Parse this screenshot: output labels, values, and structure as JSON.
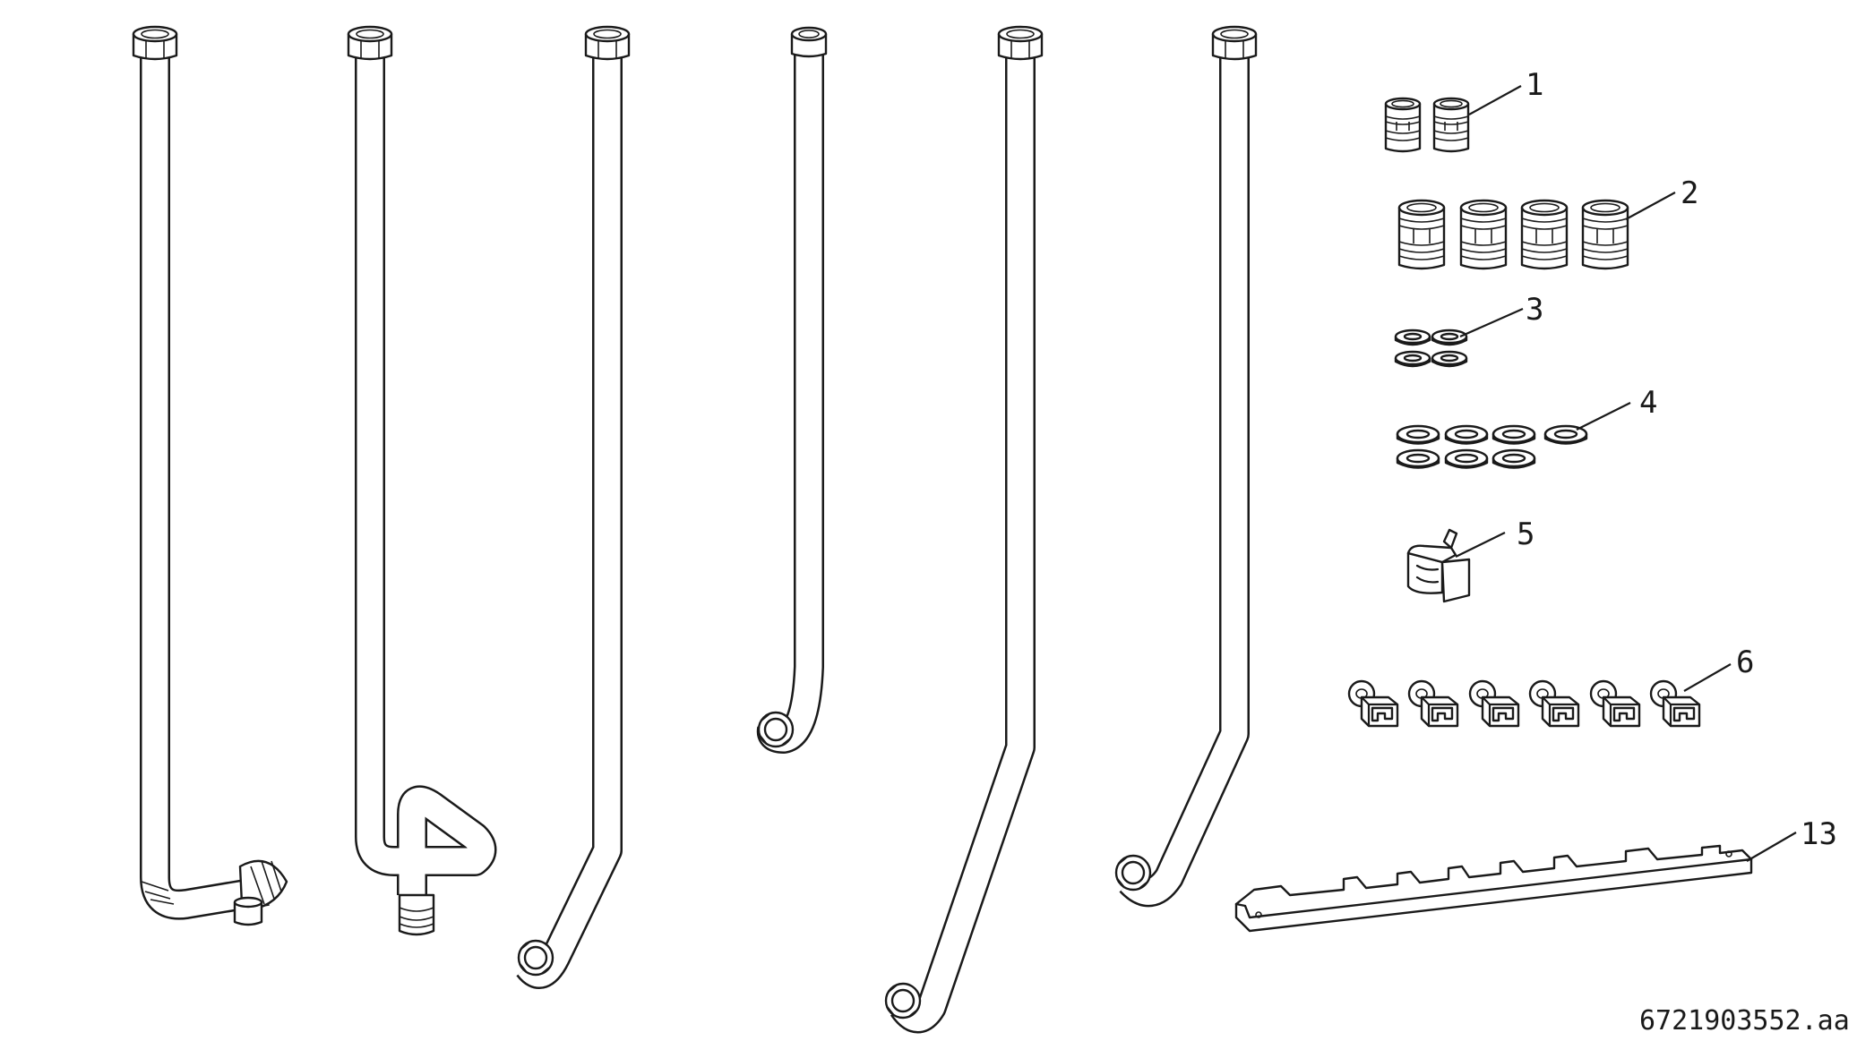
{
  "callouts": [
    {
      "id": "1",
      "label": "1",
      "part": "nipple-small"
    },
    {
      "id": "2",
      "label": "2",
      "part": "nipple-large"
    },
    {
      "id": "3",
      "label": "3",
      "part": "washer-small"
    },
    {
      "id": "4",
      "label": "4",
      "part": "washer-large"
    },
    {
      "id": "5",
      "label": "5",
      "part": "clip"
    },
    {
      "id": "6",
      "label": "6",
      "part": "pipe-clamp"
    },
    {
      "id": "13",
      "label": "13",
      "part": "mounting-rail"
    }
  ],
  "part_counts": {
    "nipple_small": 2,
    "nipple_large": 4,
    "washer_small": 4,
    "washer_large": 7,
    "clip": 1,
    "pipe_clamp": 6,
    "mounting_rail": 1,
    "pipes": 6
  },
  "reference_code": "6721903552.aa",
  "colors": {
    "line": "#1a1a1a",
    "background": "#ffffff"
  }
}
